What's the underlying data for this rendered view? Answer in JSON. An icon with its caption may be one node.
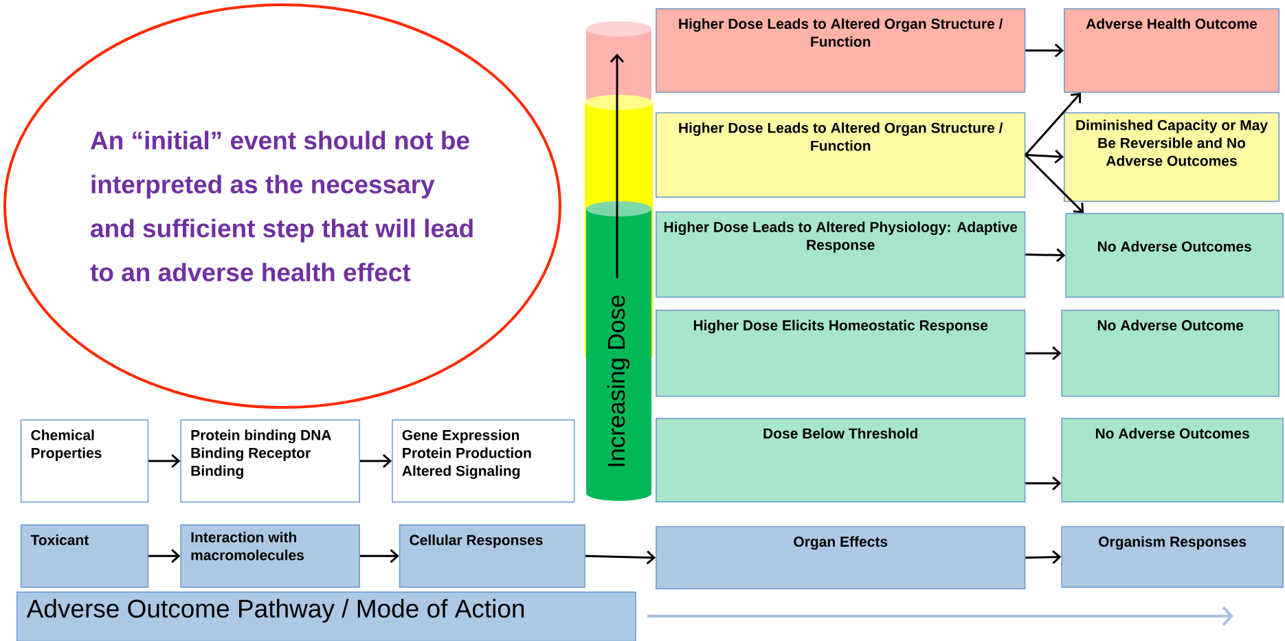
{
  "diagram": {
    "nodes": [
      {
        "text": [
          "An “initial” event should not be interpreted as the necessary and sufficient step that will lead to an adverse health effect"
        ]
      },
      {
        "text": [
          "Higher Dose Leads to Altered Organ Structure / Function"
        ]
      },
      {
        "text": [
          "Adverse Health Outcome"
        ]
      },
      {
        "text": [
          "Higher Dose Leads to Altered Organ Structure / Function"
        ]
      },
      {
        "text": [
          "Diminished Capacity or May Be Reversible and No Adverse Outcomes"
        ]
      },
      {
        "text": [
          "Higher Dose Leads to Altered Physiology: Adaptive Response"
        ]
      },
      {
        "text": [
          "No Adverse Outcomes"
        ]
      },
      {
        "text": [
          "Higher Dose Elicits Homeostatic Response"
        ]
      },
      {
        "text": [
          "No Adverse Outcome"
        ]
      },
      {
        "text": [
          "Chemical Properties"
        ]
      },
      {
        "text": [
          "Protein binding DNA Binding Receptor Binding"
        ]
      },
      {
        "text": [
          "Gene Expression Protein Production Altered Signaling"
        ]
      },
      {
        "text": [
          "Dose Below Threshold"
        ]
      },
      {
        "text": [
          "No Adverse Outcomes"
        ]
      },
      {
        "text": [
          "Toxicant"
        ]
      },
      {
        "text": [
          "Interaction with macromolecules"
        ]
      },
      {
        "text": [
          "Cellular Responses"
        ]
      },
      {
        "text": [
          "Organ Effects"
        ]
      },
      {
        "text": [
          "Organism Responses"
        ]
      },
      {
        "text": [
          "Adverse Outcome Pathway / Mode of Action"
        ]
      }
    ],
    "edges": [
      {
        "from": 1,
        "to": 2,
        "arrow": "to"
      },
      {
        "from": 3,
        "to": 2,
        "arrow": "to"
      },
      {
        "from": 3,
        "to": 4,
        "arrow": "to"
      },
      {
        "from": 3,
        "to": 6,
        "arrow": "to"
      },
      {
        "from": 5,
        "to": 6,
        "arrow": "to"
      },
      {
        "from": 7,
        "to": 8,
        "arrow": "to"
      },
      {
        "from": 9,
        "to": 10,
        "arrow": "to"
      },
      {
        "from": 10,
        "to": 11,
        "arrow": "to"
      },
      {
        "from": 12,
        "to": 13,
        "arrow": "to"
      },
      {
        "from": 14,
        "to": 15,
        "arrow": "to"
      },
      {
        "from": 15,
        "to": 16,
        "arrow": "to"
      },
      {
        "from": 16,
        "to": 17,
        "arrow": "to"
      },
      {
        "from": 17,
        "to": 18,
        "arrow": "to"
      }
    ],
    "labels": [
      "Increasing Dose"
    ]
  }
}
